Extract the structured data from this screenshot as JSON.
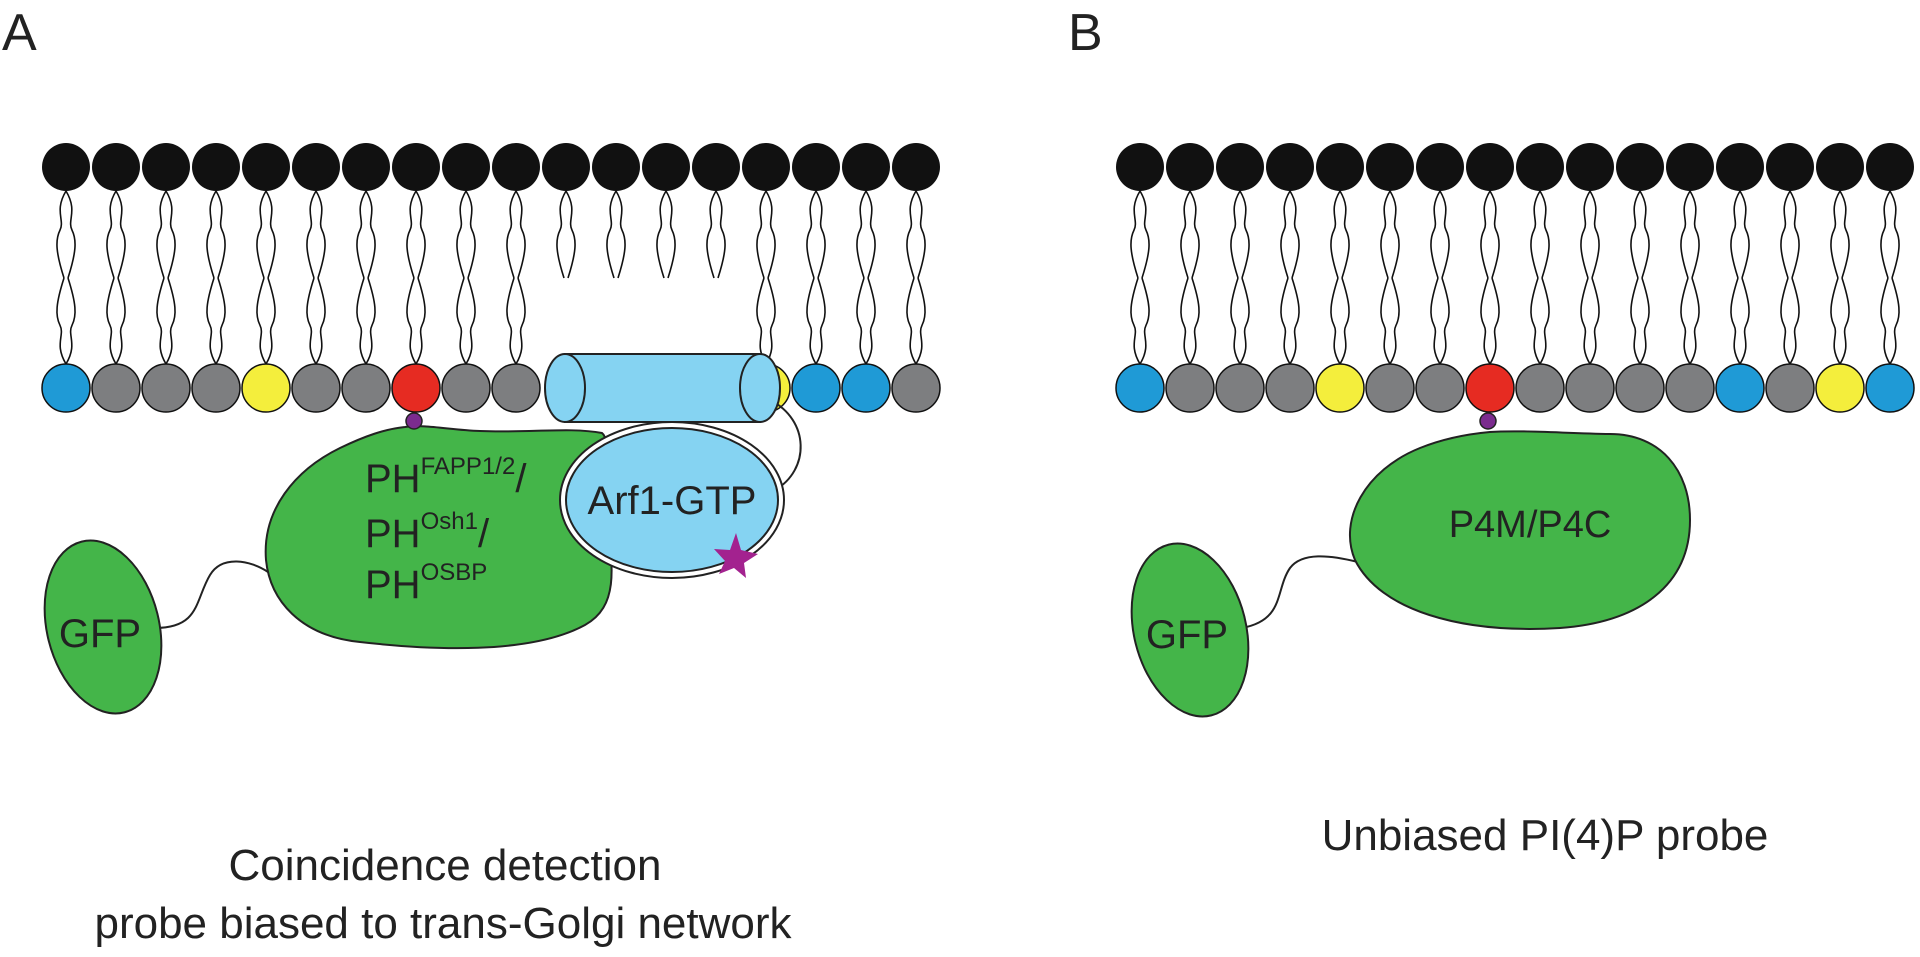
{
  "panels": [
    {
      "id": "A",
      "label": "A",
      "headgroups": [
        "blue",
        "gray",
        "gray",
        "gray",
        "yellow",
        "gray",
        "gray",
        "red",
        "gray",
        "gray",
        "arf",
        "arf",
        "arf",
        "arf",
        "yellow",
        "blue",
        "blue",
        "gray"
      ],
      "domain_text": {
        "line1_main": "PH",
        "line1_sup": "FAPP1/2",
        "line1_tail": "/",
        "line2_main": "PH",
        "line2_sup": "Osh1",
        "line2_tail": "/",
        "line3_main": "PH",
        "line3_sup": "OSBP"
      },
      "arf_label": "Arf1-GTP",
      "gfp_label": "GFP",
      "caption": [
        "Coincidence detection",
        "probe biased to trans-Golgi network"
      ]
    },
    {
      "id": "B",
      "label": "B",
      "headgroups": [
        "blue",
        "gray",
        "gray",
        "gray",
        "yellow",
        "gray",
        "gray",
        "red",
        "gray",
        "gray",
        "gray",
        "gray",
        "blue",
        "gray",
        "yellow",
        "blue"
      ],
      "domain_text": {
        "line1_main": "P4M/P4C"
      },
      "gfp_label": "GFP",
      "caption": [
        "Unbiased PI(4)P probe"
      ]
    }
  ],
  "colors": {
    "outer_head": "#111111",
    "blue": "#1f9ad6",
    "gray": "#7d7e80",
    "yellow": "#f4ee3c",
    "red": "#e62b22",
    "green": "#44b549",
    "arf": "#85d3f2",
    "star": "#a3228f",
    "phosphate": "#7b2b8e"
  }
}
